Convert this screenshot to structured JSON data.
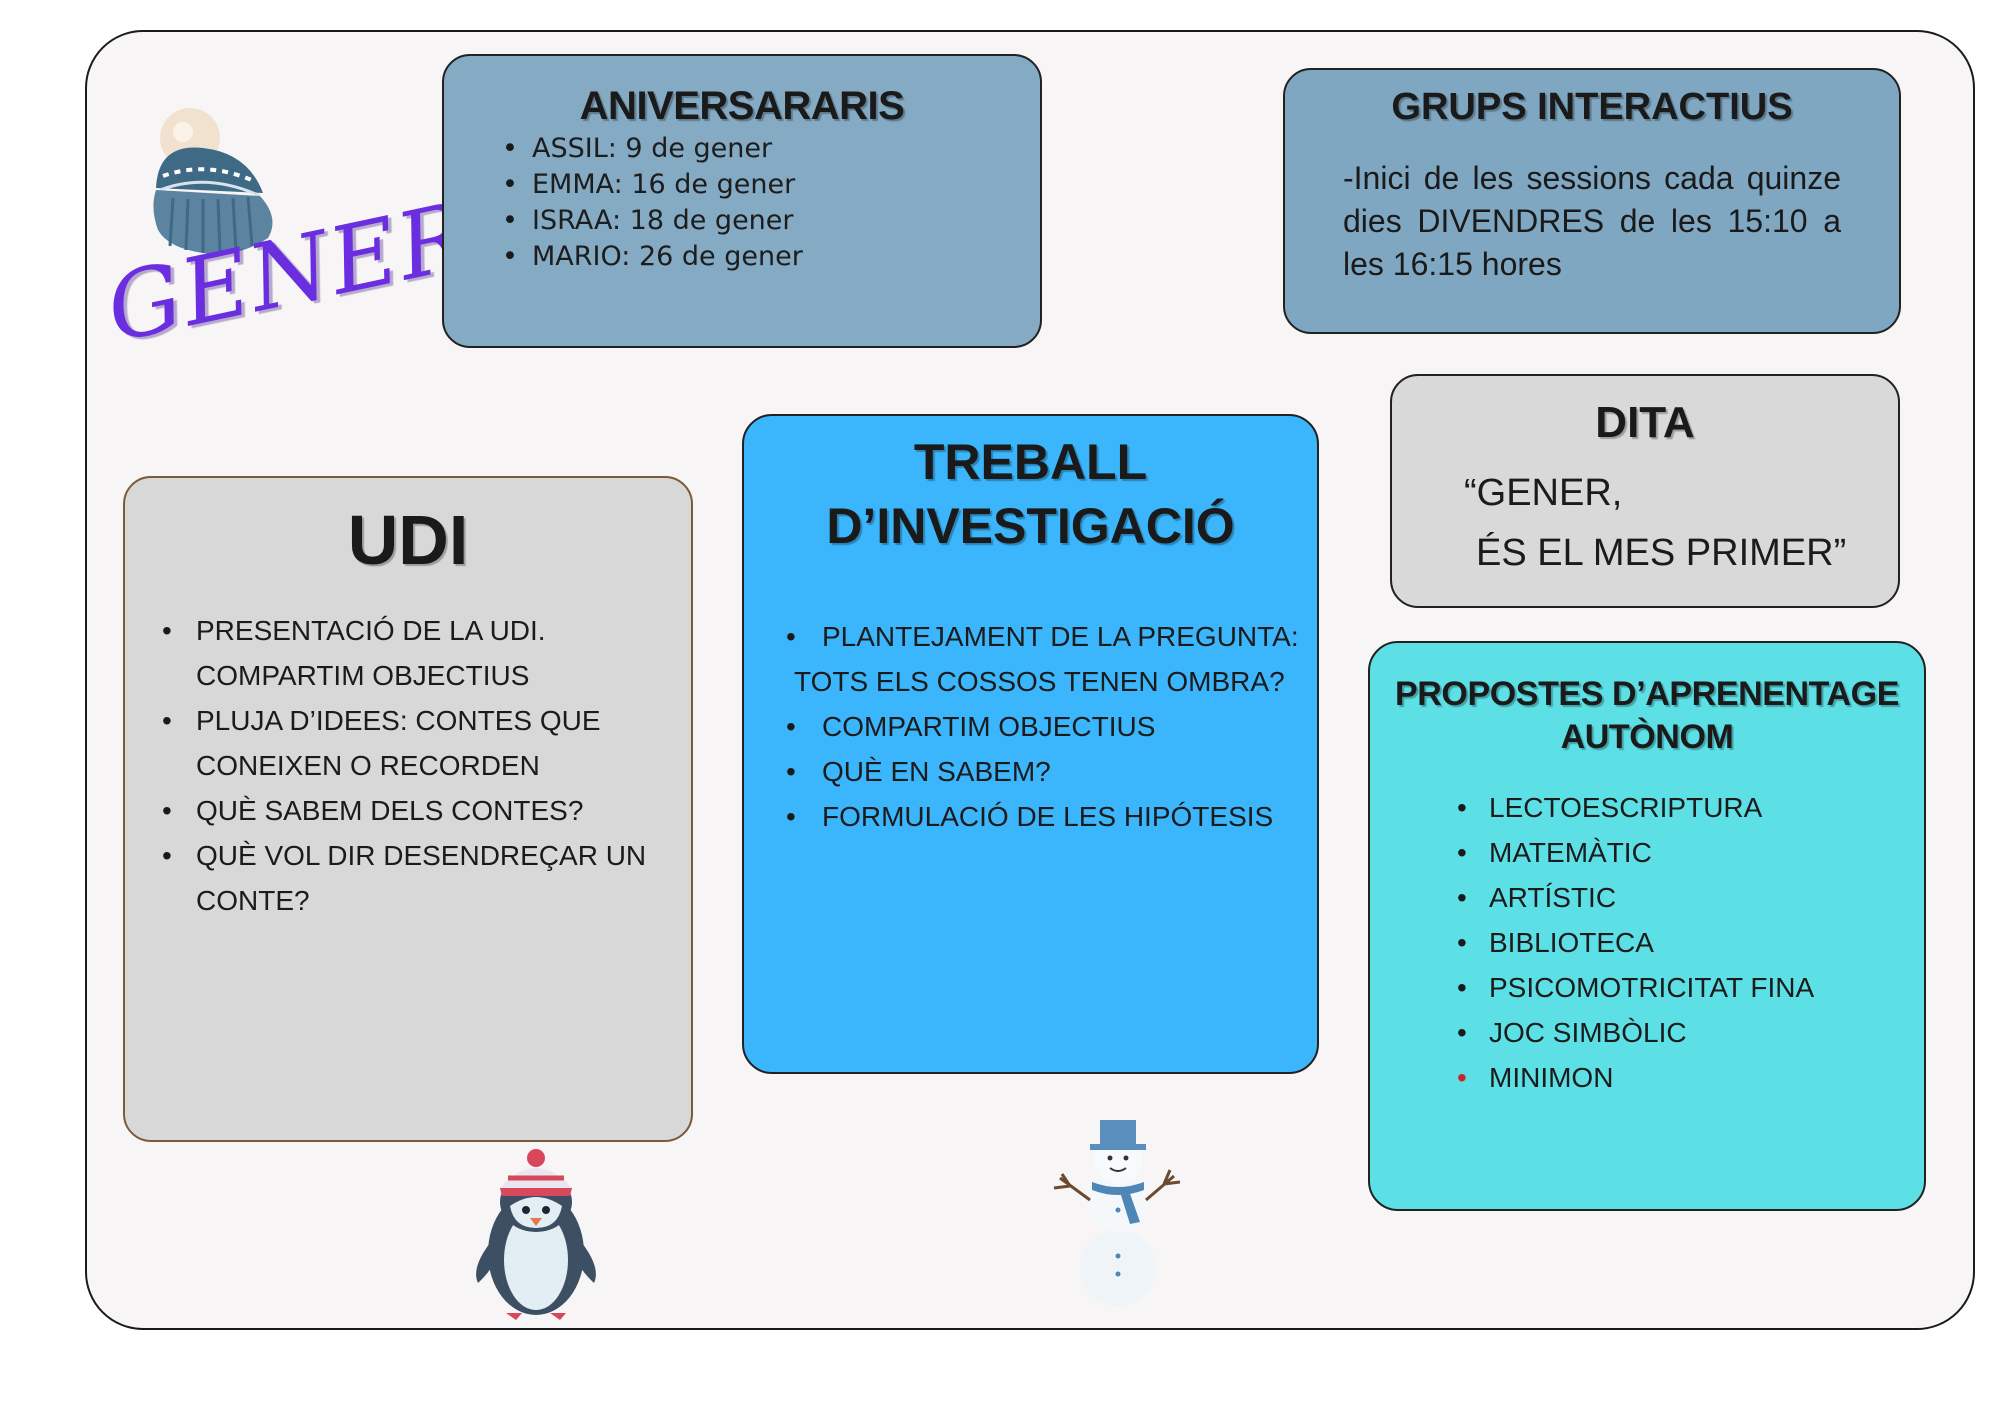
{
  "month_title": "GENER",
  "aniversaris": {
    "title": "ANIVERSARARIS",
    "items": [
      "ASSIL: 9 de gener",
      "EMMA: 16 de gener",
      "ISRAA: 18 de gener",
      "MARIO: 26 de gener"
    ]
  },
  "grups": {
    "title": "GRUPS INTERACTIUS",
    "text": "-Inici de les sessions cada quinze dies DIVENDRES de les 15:10 a les 16:15 hores"
  },
  "dita": {
    "title": "DITA",
    "line1": "“GENER,",
    "line2": "ÉS EL MES PRIMER”"
  },
  "udi": {
    "title": "UDI",
    "items": [
      " PRESENTACIÓ DE LA UDI. COMPARTIM OBJECTIUS",
      "PLUJA D’IDEES: CONTES QUE CONEIXEN O RECORDEN",
      "QUÈ SABEM DELS CONTES?",
      "QUÈ VOL DIR DESENDREÇAR UN CONTE?"
    ]
  },
  "treball": {
    "title_line1": "TREBALL",
    "title_line2": "D’INVESTIGACIÓ",
    "items": [
      "PLANTEJAMENT DE LA PREGUNTA:",
      "TOTS ELS COSSOS TENEN OMBRA?",
      "COMPARTIM OBJECTIUS",
      "QUÈ EN SABEM?",
      "FORMULACIÓ DE LES HIPÓTESIS"
    ]
  },
  "propostes": {
    "title_line1": "PROPOSTES D’APRENENTAGE",
    "title_line2": "AUTÒNOM",
    "items": [
      "LECTOESCRIPTURA",
      "MATEMÀTIC",
      "ARTÍSTIC",
      "BIBLIOTECA",
      "PSICOMOTRICITAT FINA",
      "JOC SIMBÒLIC",
      "MINIMON"
    ]
  },
  "colors": {
    "month_title": "#6a2ee0",
    "aniversaris_bg": "#84aac4",
    "grups_bg": "#7fa7c1",
    "dita_bg": "#d9d9d9",
    "udi_bg": "#d8d8d8",
    "treball_bg": "#3bb5fb",
    "propostes_bg": "#5ce0e6"
  },
  "icons": [
    "winter-hat-icon",
    "penguin-icon",
    "snowman-icon"
  ]
}
